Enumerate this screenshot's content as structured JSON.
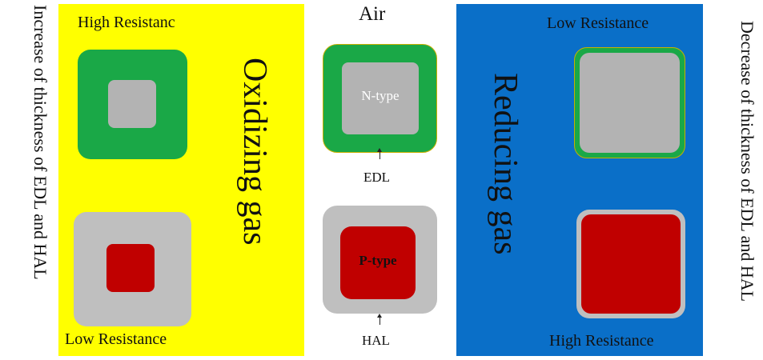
{
  "left_side_text": "Increase of thickness of EDL and HAL",
  "right_side_text": "Decrease of thickness of EDL and HAL",
  "oxidizing": {
    "title": "Oxidizing gas",
    "top_label": "High Resistanc",
    "bottom_label": "Low Resistance",
    "color": "#ffff00"
  },
  "air": {
    "title": "Air",
    "n_type_label": "N-type",
    "p_type_label": "P-type",
    "edl_label": "EDL",
    "hal_label": "HAL"
  },
  "reducing": {
    "title": "Reducing gas",
    "top_label": "Low Resistance",
    "bottom_label": "High Resistance",
    "color": "#0a6fc8"
  },
  "colors": {
    "green": "#1aa847",
    "gray": "#b3b3b3",
    "red": "#c00000"
  }
}
